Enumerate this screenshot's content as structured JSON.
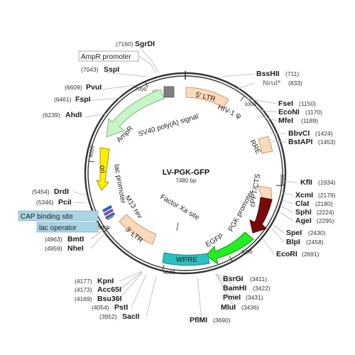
{
  "plasmid": {
    "name": "LV-PGK-GFP",
    "length_label": "7480 bp",
    "ticks": [
      "1000",
      "2000",
      "3000",
      "4000",
      "5000",
      "6000",
      "7000"
    ]
  },
  "features": {
    "sv40": "SV40 poly(A) signal",
    "ltr5": "5' LTR",
    "hiv": "HIV-1 ψ",
    "rre": "RRE",
    "cppt": "cPPT/CTS",
    "pgk": "PGK promoter",
    "egfp": "EGFP",
    "wpre": "WPRE",
    "factorxa": "Factor Xa site",
    "ltr3": "3' LTR",
    "m13": "M13 rev",
    "lacprom": "lac promoter",
    "ori": "ori",
    "ampr": "AmpR"
  },
  "boxed_labels": {
    "ampr_promoter": "AmpR promoter",
    "cap_site": "CAP binding site",
    "lac_operator": "lac operator"
  },
  "sites": [
    {
      "name": "SgrDI",
      "pos": "(7160)"
    },
    {
      "name": "SspI",
      "pos": "(7043)"
    },
    {
      "name": "PvuI",
      "pos": "(6609)"
    },
    {
      "name": "FspI",
      "pos": "(6461)"
    },
    {
      "name": "AhdI",
      "pos": "(6239)"
    },
    {
      "name": "BssHII",
      "pos": "(711)"
    },
    {
      "name": "NruI*",
      "pos": "(833)"
    },
    {
      "name": "FseI",
      "pos": "(1150)"
    },
    {
      "name": "EcoNI",
      "pos": "(1170)"
    },
    {
      "name": "MfeI",
      "pos": "(1189)"
    },
    {
      "name": "BbvCI",
      "pos": "(1424)"
    },
    {
      "name": "BstAPI",
      "pos": "(1453)"
    },
    {
      "name": "KflI",
      "pos": "(1934)"
    },
    {
      "name": "XcmI",
      "pos": "(2179)"
    },
    {
      "name": "ClaI",
      "pos": "(2180)"
    },
    {
      "name": "SphI",
      "pos": "(2224)"
    },
    {
      "name": "AgeI",
      "pos": "(2295)"
    },
    {
      "name": "SpeI",
      "pos": "(2430)"
    },
    {
      "name": "BlpI",
      "pos": "(2458)"
    },
    {
      "name": "EcoRI",
      "pos": "(2691)"
    },
    {
      "name": "DrdI",
      "pos": "(5454)"
    },
    {
      "name": "PciI",
      "pos": "(5346)"
    },
    {
      "name": "BmtI",
      "pos": "(4963)"
    },
    {
      "name": "NheI",
      "pos": "(4959)"
    },
    {
      "name": "KpnI",
      "pos": "(4177)"
    },
    {
      "name": "Acc65I",
      "pos": "(4173)"
    },
    {
      "name": "Bsu36I",
      "pos": "(4169)"
    },
    {
      "name": "PstI",
      "pos": "(4054)"
    },
    {
      "name": "SacII",
      "pos": "(3952)"
    },
    {
      "name": "PflMI",
      "pos": "(3690)"
    },
    {
      "name": "MluI",
      "pos": "(3436)"
    },
    {
      "name": "PmeI",
      "pos": "(3431)"
    },
    {
      "name": "BamHI",
      "pos": "(3422)"
    },
    {
      "name": "BsrGI",
      "pos": "(3411)"
    }
  ],
  "colors": {
    "backbone": "#333333",
    "ltr": "#fbd9bd",
    "ampr": "#c8f5c8",
    "ori": "#ffee00",
    "cppt": "#7a0a0a",
    "egfp": "#22ee22",
    "wpre": "#2cc0c0",
    "box_bg": "#a9d4e4"
  }
}
